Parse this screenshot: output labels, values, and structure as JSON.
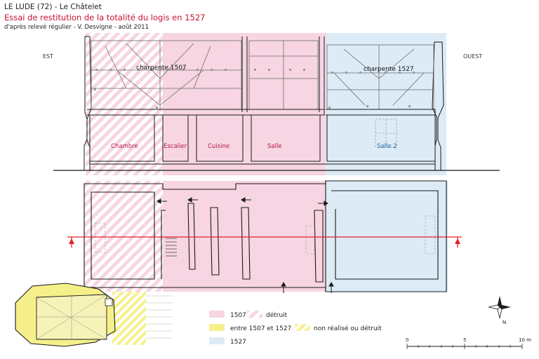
{
  "header": {
    "site": "LE LUDE (72) - Le Châtelet",
    "title": "Essai de restitution de la totalité du logis en 1527",
    "credit": "d'après relevé régulier - V. Desvigne - août 2011"
  },
  "orientation": {
    "left": "EST",
    "right": "OUEST"
  },
  "elevation": {
    "roof_labels": [
      "charpente 1507",
      "charpente 1527"
    ],
    "rooms": [
      "Chambre",
      "Escalier",
      "Cuisine",
      "Salle",
      "Salle 2"
    ]
  },
  "legend": {
    "row1": {
      "label": "1507",
      "note": "détruit"
    },
    "row2": {
      "label": "entre 1507 et 1527",
      "note": "non réalisé ou détruit"
    },
    "row3": {
      "label": "1527"
    }
  },
  "scale": {
    "ticks": [
      "0",
      "5",
      "10 m"
    ]
  },
  "north": {
    "label": "N"
  },
  "colors": {
    "phase_1507": "#f7d5e2",
    "phase_between": "#f6f08a",
    "phase_1527": "#dcebf6",
    "section_line": "#e0202a",
    "room_label_red": "#b5174a",
    "room_label_blue": "#1f6fa3",
    "wall": "#1a1a1a"
  }
}
